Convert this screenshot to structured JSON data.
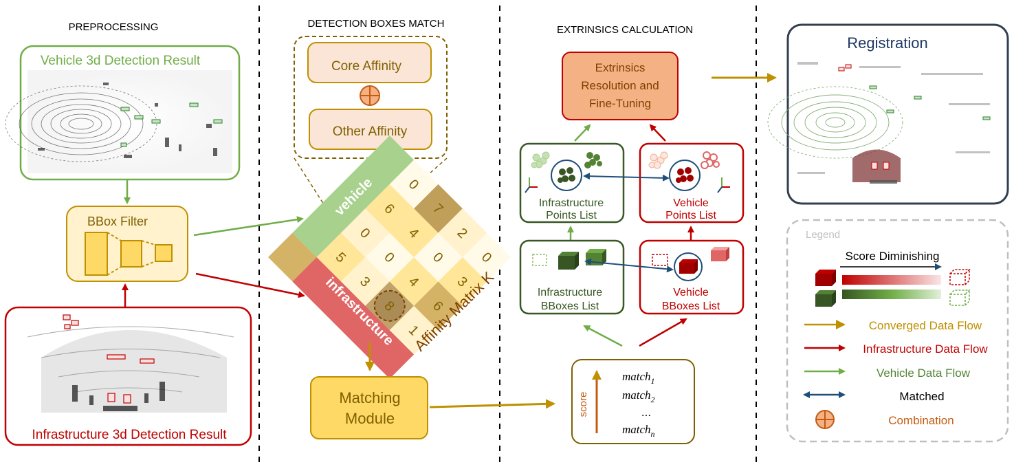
{
  "sections": {
    "preprocessing": "PREPROCESSING",
    "detection_match": "DETECTION BOXES MATCH",
    "extrinsics": "EXTRINSICS CALCULATION"
  },
  "preprocessing": {
    "vehicle_result": "Vehicle 3d Detection Result",
    "infra_result": "Infrastructure 3d Detection Result",
    "bbox_filter": "BBox Filter"
  },
  "detection": {
    "core_affinity": "Core Affinity",
    "other_affinity": "Other Affinity",
    "matrix_label": "Affinity Matrix K",
    "vehicle_label": "vehicle",
    "infra_label": "infrastructure",
    "matrix_values": [
      [
        "5",
        "0",
        "6",
        "0"
      ],
      [
        "3",
        "0",
        "4",
        "7"
      ],
      [
        "8",
        "4",
        "0",
        "2"
      ],
      [
        "1",
        "6",
        "3",
        "0"
      ]
    ],
    "matching_module_line1": "Matching",
    "matching_module_line2": "Module"
  },
  "extrinsics": {
    "resolution_line1": "Extrinsics",
    "resolution_line2": "Resolution and",
    "resolution_line3": "Fine-Tuning",
    "infra_points_line1": "Infrastructure",
    "infra_points_line2": "Points List",
    "vehicle_points_line1": "Vehicle",
    "vehicle_points_line2": "Points List",
    "infra_bboxes_line1": "Infrastructure",
    "infra_bboxes_line2": "BBoxes List",
    "vehicle_bboxes_line1": "Vehicle",
    "vehicle_bboxes_line2": "BBoxes List",
    "score_label": "score",
    "match_word": "match",
    "match_sub1": "1",
    "match_sub2": "2",
    "match_dots": "...",
    "match_subn": "n"
  },
  "registration": {
    "title": "Registration"
  },
  "legend": {
    "title": "Legend",
    "score_diminishing": "Score Diminishing",
    "converged": "Converged Data Flow",
    "infrastructure": "Infrastructure Data Flow",
    "vehicle": "Vehicle Data Flow",
    "matched": "Matched",
    "combination": "Combination"
  },
  "colors": {
    "vehicle_green": "#70ad47",
    "infra_red": "#c00000",
    "converged_gold": "#bf9000",
    "matched_blue": "#1f4e79",
    "combination_orange": "#c55a11"
  }
}
